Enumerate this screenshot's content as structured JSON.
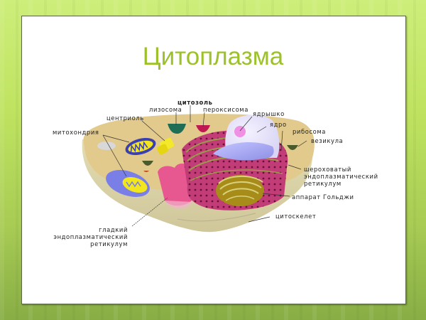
{
  "slide": {
    "title": "Цитоплазма",
    "colors": {
      "title": "#9cc12a",
      "background_top": "#cdee7a",
      "background_bottom": "#88ad45",
      "cytoplasm": "#e2c98c",
      "cell_body": "#d8d2a9"
    }
  },
  "diagram": {
    "labels": {
      "cytosol": "цитозоль",
      "lysosome": "лизосома",
      "peroxisome": "пероксисома",
      "centriole": "центриоль",
      "mitochondria": "митохондрия",
      "nucleolus": "ядрышко",
      "nucleus": "ядро",
      "ribosome": "рибосома",
      "vesicle": "везикула",
      "rough_er_1": "шероховатый",
      "rough_er_2": "эндоплазматический",
      "rough_er_3": "ретикулум",
      "golgi": "аппарат Гольджи",
      "cytoskeleton": "цитоскелет",
      "smooth_er_1": "гладкий",
      "smooth_er_2": "эндоплазматический",
      "smooth_er_3": "ретикулум"
    }
  }
}
